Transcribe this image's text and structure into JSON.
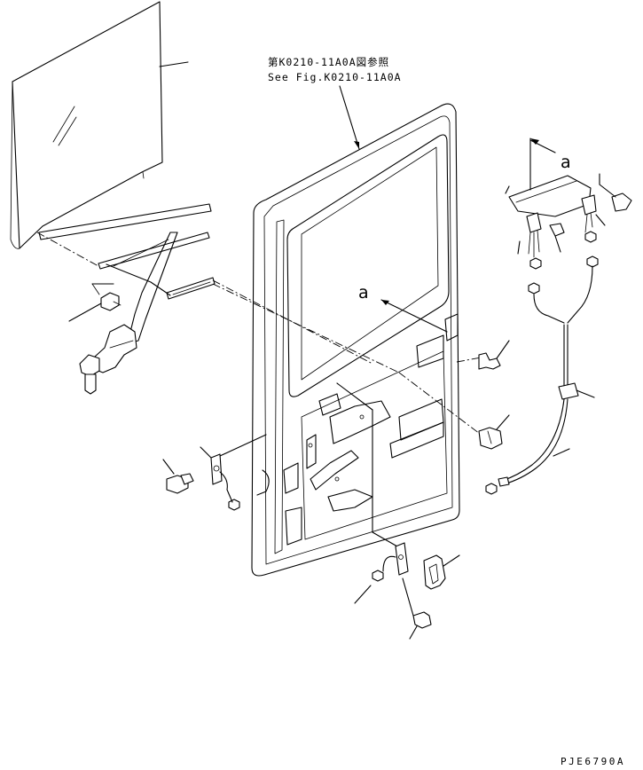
{
  "reference": {
    "line1": "第K0210-11A0A図参照",
    "line2": "See Fig.K0210-11A0A"
  },
  "view_labels": {
    "upper": "a",
    "lower": "a"
  },
  "drawing_code": "PJE6790A"
}
